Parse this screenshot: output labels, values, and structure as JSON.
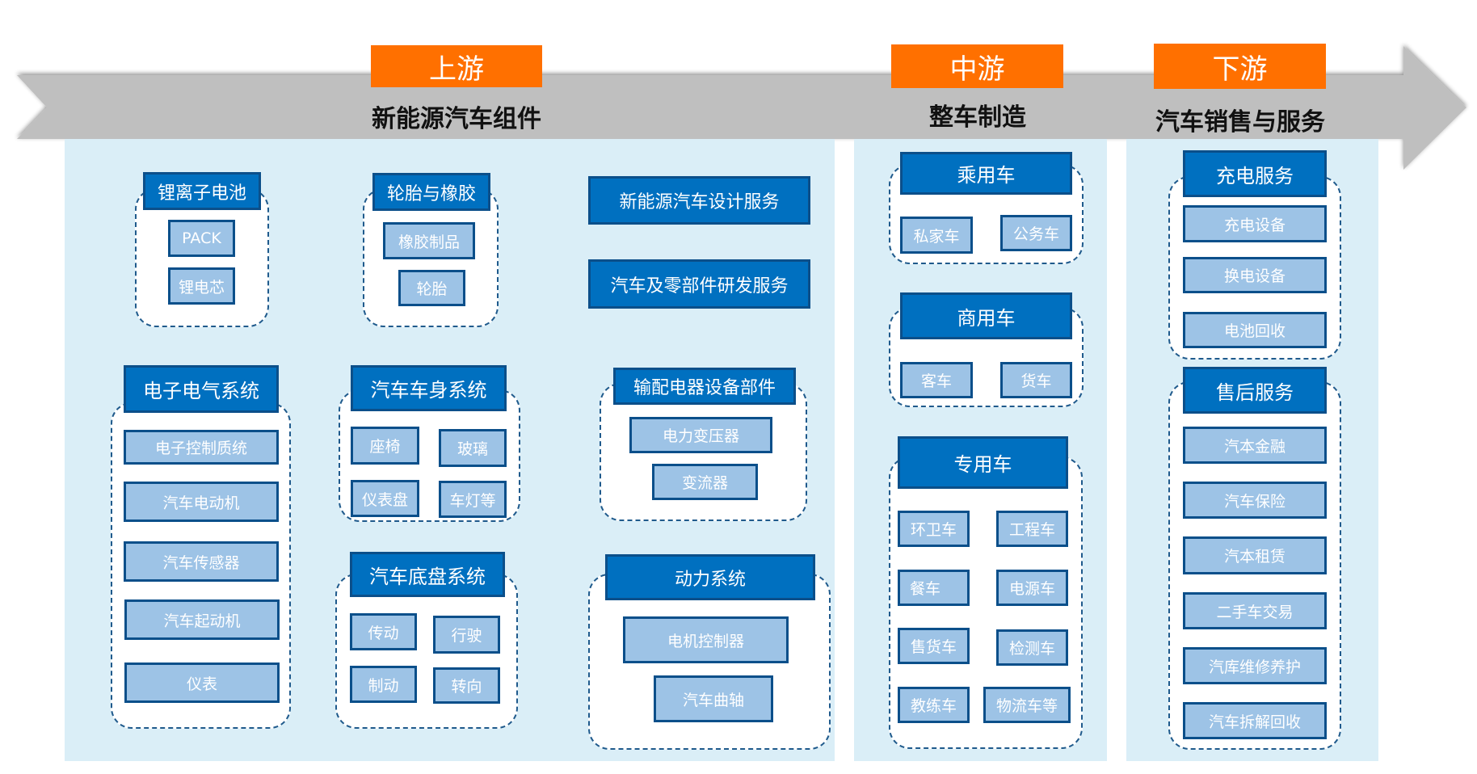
{
  "colors": {
    "stage_badge": "#FF7000",
    "arrow": "#BFBFBF",
    "panel": "#DAEEF7",
    "header": "#0070C0",
    "item": "#9DC3E6",
    "border": "#0B4F8A"
  },
  "stages": {
    "upstream": {
      "badge": "上游",
      "title": "新能源汽车组件"
    },
    "midstream": {
      "badge": "中游",
      "title": "整车制造"
    },
    "downstream": {
      "badge": "下游",
      "title": "汽车销售与服务"
    }
  },
  "upstream": {
    "battery": {
      "header": "锂离子电池",
      "items": [
        "PACK",
        "锂电芯"
      ]
    },
    "tire": {
      "header": "轮胎与橡胶",
      "items": [
        "橡胶制品",
        "轮胎"
      ]
    },
    "services": [
      "新能源汽车设计服务",
      "汽车及零部件研发服务"
    ],
    "electrical": {
      "header": "电子电气系统",
      "items": [
        "电子控制质统",
        "汽车电动机",
        "汽车传感器",
        "汽车起动机",
        "仪表"
      ]
    },
    "body": {
      "header": "汽车车身系统",
      "items": [
        "座椅",
        "玻璃",
        "仪表盘",
        "车灯等"
      ]
    },
    "distribution": {
      "header": "输配电器设备部件",
      "items": [
        "电力变压器",
        "变流器"
      ]
    },
    "chassis": {
      "header": "汽车底盘系统",
      "items": [
        "传动",
        "行驶",
        "制动",
        "转向"
      ]
    },
    "power": {
      "header": "动力系统",
      "items": [
        "电机控制器",
        "汽车曲轴"
      ]
    }
  },
  "midstream": {
    "passenger": {
      "header": "乘用车",
      "items": [
        "私家车",
        "公务车"
      ]
    },
    "commercial": {
      "header": "商用车",
      "items": [
        "客车",
        "货车"
      ]
    },
    "special": {
      "header": "专用车",
      "items": [
        "环卫车",
        "工程车",
        "餐车",
        "电源车",
        "售货车",
        "检测车",
        "教练车",
        "物流车等"
      ]
    }
  },
  "downstream": {
    "charging": {
      "header": "充电服务",
      "items": [
        "充电设备",
        "换电设备",
        "电池回收"
      ]
    },
    "aftersales": {
      "header": "售后服务",
      "items": [
        "汽本金融",
        "汽车保险",
        "汽本租赁",
        "二手车交易",
        "汽库维修养护",
        "汽车拆解回收"
      ]
    }
  }
}
